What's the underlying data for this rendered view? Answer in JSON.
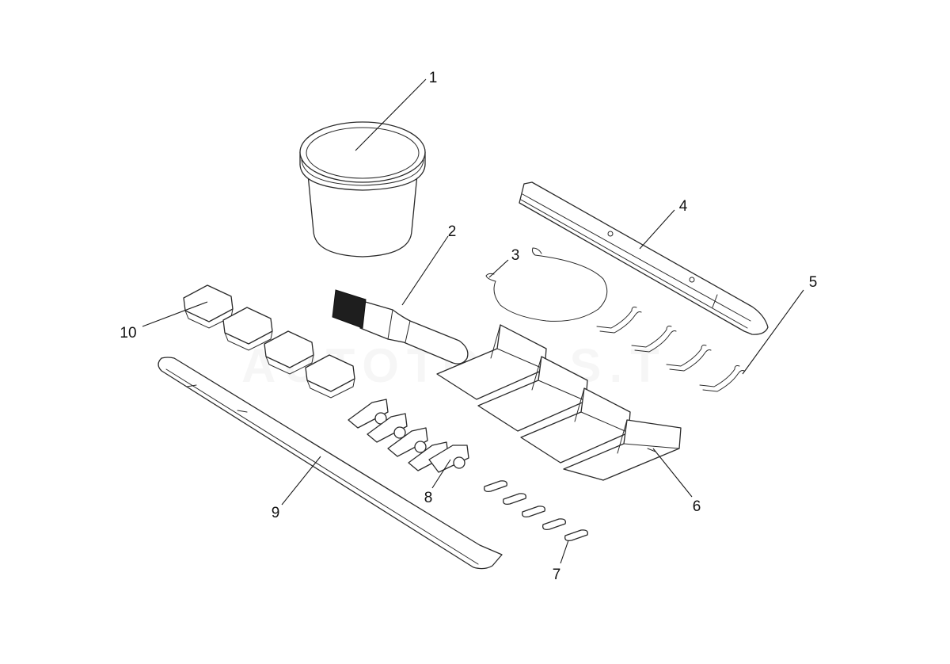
{
  "diagram": {
    "callouts": [
      "1",
      "2",
      "3",
      "4",
      "5",
      "6",
      "7",
      "8",
      "9",
      "10"
    ],
    "watermark": "AUTOTOOLS.T"
  }
}
